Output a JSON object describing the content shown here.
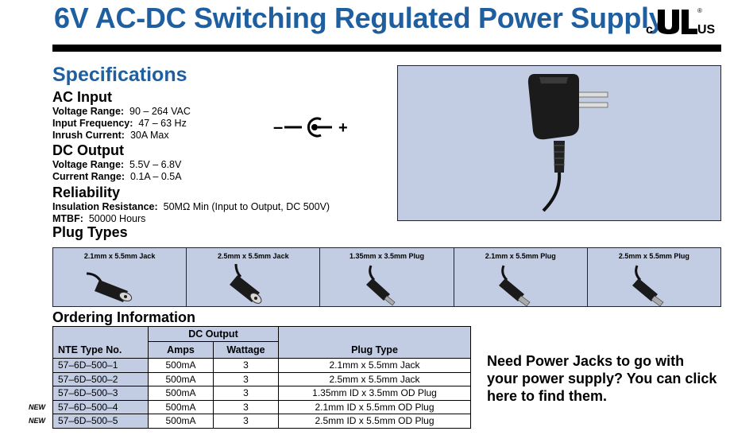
{
  "header": {
    "title": "6V AC-DC Switching Regulated Power Supply",
    "cert_c": "c",
    "cert_us": "US",
    "cert_reg": "®"
  },
  "specs": {
    "title": "Specifications",
    "ac_input": {
      "heading": "AC Input",
      "lines": [
        {
          "key": "Voltage Range:",
          "value": "90 – 264 VAC"
        },
        {
          "key": "Input Frequency:",
          "value": "47 – 63 Hz"
        },
        {
          "key": "Inrush Current:",
          "value": "30A Max"
        }
      ]
    },
    "dc_output": {
      "heading": "DC Output",
      "lines": [
        {
          "key": "Voltage Range:",
          "value": "5.5V – 6.8V"
        },
        {
          "key": "Current Range:",
          "value": "0.1A – 0.5A"
        }
      ]
    },
    "reliability": {
      "heading": "Reliability",
      "lines": [
        {
          "key": "Insulation Resistance:",
          "value": "50MΩ Min (Input to Output, DC 500V)"
        },
        {
          "key": "MTBF:",
          "value": "50000 Hours"
        }
      ]
    },
    "plug_heading": "Plug Types",
    "polarity_minus": "–",
    "polarity_plus": "+"
  },
  "plugs": [
    {
      "label": "2.1mm x 5.5mm Jack",
      "kind": "jack"
    },
    {
      "label": "2.5mm x 5.5mm Jack",
      "kind": "jack"
    },
    {
      "label": "1.35mm x 3.5mm Plug",
      "kind": "plug"
    },
    {
      "label": "2.1mm x 5.5mm Plug",
      "kind": "plug"
    },
    {
      "label": "2.5mm x 5.5mm Plug",
      "kind": "plug"
    }
  ],
  "ordering": {
    "title": "Ordering Information",
    "group_header": "DC Output",
    "headers": [
      "NTE Type No.",
      "Amps",
      "Wattage",
      "Plug Type"
    ],
    "rows": [
      {
        "type": "57–6D–500–1",
        "amps": "500mA",
        "watt": "3",
        "plug": "2.1mm x 5.5mm Jack",
        "tag": ""
      },
      {
        "type": "57–6D–500–2",
        "amps": "500mA",
        "watt": "3",
        "plug": "2.5mm x 5.5mm Jack",
        "tag": ""
      },
      {
        "type": "57–6D–500–3",
        "amps": "500mA",
        "watt": "3",
        "plug": "1.35mm ID x 3.5mm OD Plug",
        "tag": ""
      },
      {
        "type": "57–6D–500–4",
        "amps": "500mA",
        "watt": "3",
        "plug": "2.1mm ID x 5.5mm OD Plug",
        "tag": "NEW"
      },
      {
        "type": "57–6D–500–5",
        "amps": "500mA",
        "watt": "3",
        "plug": "2.5mm ID x 5.5mm OD Plug",
        "tag": "NEW"
      }
    ]
  },
  "promo": {
    "text": "Need Power Jacks to go with your power supply? You can click here to find them."
  },
  "colors": {
    "title_blue": "#1f5fa0",
    "panel_blue": "#c2cde4"
  }
}
